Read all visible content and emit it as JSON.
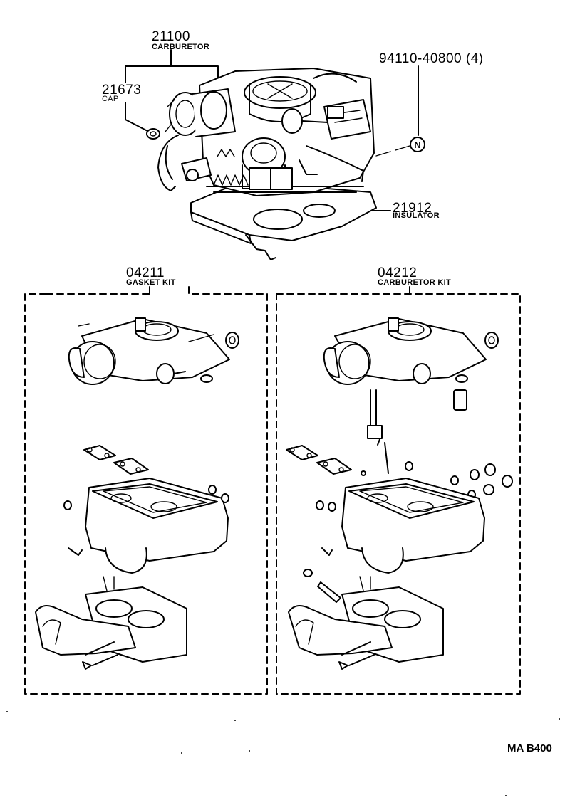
{
  "parts": {
    "carburetor": {
      "number": "21100",
      "name": "CARBURETOR"
    },
    "cap": {
      "number": "21673",
      "name": "CAP"
    },
    "nut": {
      "number": "94110-40800 (4)",
      "symbol": "N"
    },
    "insulator": {
      "number": "21912",
      "name": "INSULATOR"
    },
    "gasket_kit": {
      "number": "04211",
      "name": "GASKET KIT"
    },
    "carburetor_kit": {
      "number": "04212",
      "name": "CARBURETOR KIT"
    }
  },
  "diagram_code": "MA B400"
}
